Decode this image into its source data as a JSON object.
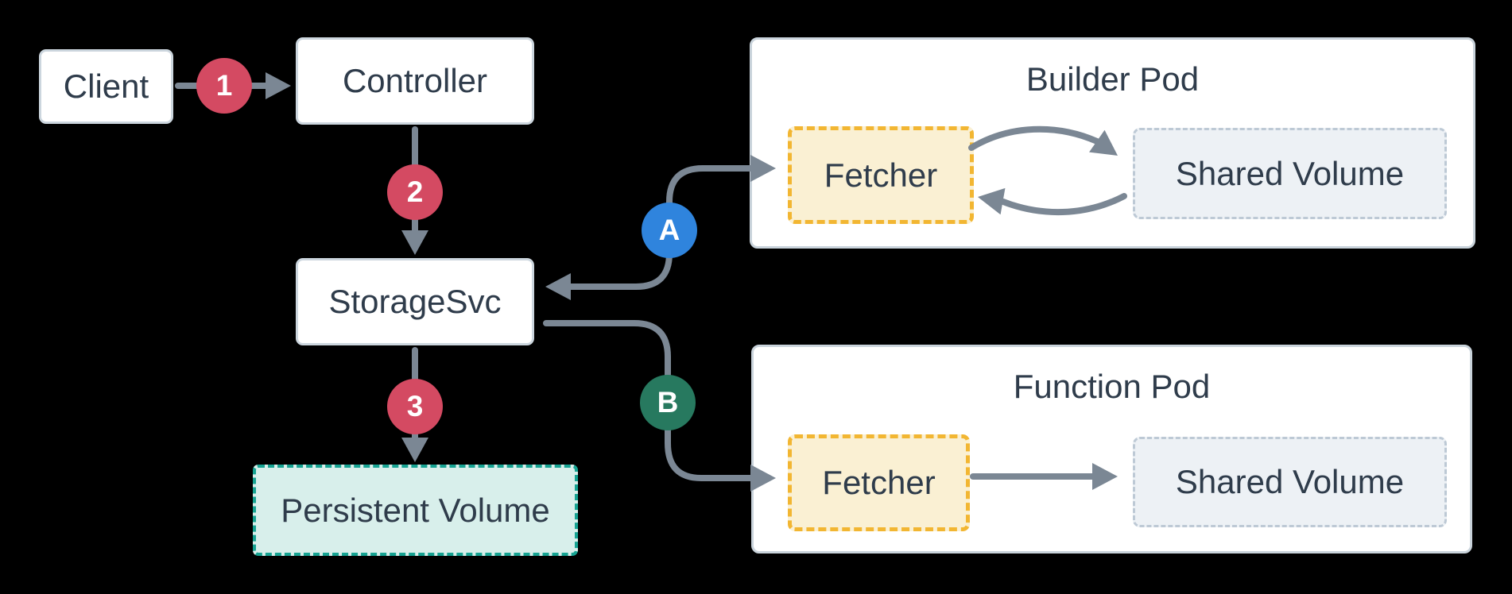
{
  "colors": {
    "bg": "#000000",
    "node-border": "#ccd6de",
    "pod-border": "#c9d3db",
    "text": "#2f3c4b",
    "arrow": "#7b8794",
    "badge-red": "#d44a62",
    "badge-blue": "#2f84dd",
    "badge-green": "#27795f",
    "fetcher-fill": "#faf0d3",
    "fetcher-border": "#f2b632",
    "shared-fill": "#edf1f5",
    "shared-border": "#bdc9d5",
    "pv-fill": "#d8efeb",
    "pv-border": "#16a392"
  },
  "nodes": {
    "client": "Client",
    "controller": "Controller",
    "storagesvc": "StorageSvc",
    "persistent_volume": "Persistent Volume"
  },
  "pods": {
    "builder": {
      "title": "Builder Pod",
      "fetcher_label": "Fetcher",
      "shared_volume_label": "Shared Volume"
    },
    "function": {
      "title": "Function Pod",
      "fetcher_label": "Fetcher",
      "shared_volume_label": "Shared Volume"
    }
  },
  "badges": {
    "step1": "1",
    "step2": "2",
    "step3": "3",
    "flow_a": "A",
    "flow_b": "B"
  }
}
